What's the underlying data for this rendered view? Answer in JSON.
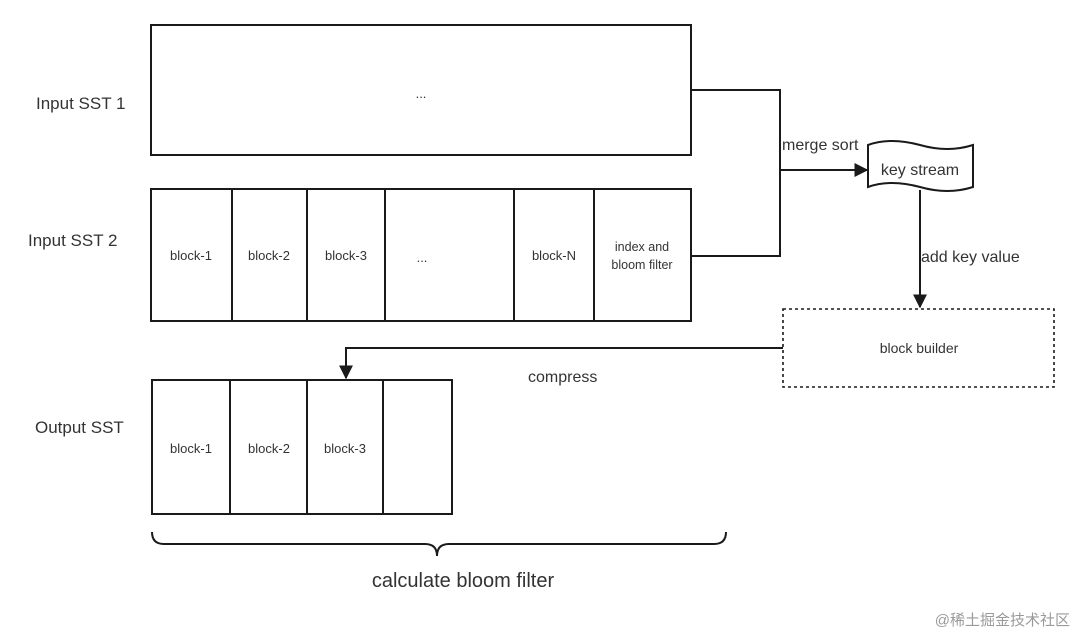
{
  "labels": {
    "input_sst_1": "Input SST 1",
    "input_sst_2": "Input SST 2",
    "output_sst": "Output SST"
  },
  "input_sst_1": {
    "content": "..."
  },
  "input_sst_2": {
    "blocks": [
      "block-1",
      "block-2",
      "block-3",
      "...",
      "block-N"
    ],
    "index_line1": "index and",
    "index_line2": "bloom filter"
  },
  "output_sst": {
    "blocks": [
      "block-1",
      "block-2",
      "block-3"
    ]
  },
  "edges": {
    "merge_sort": "merge sort",
    "add_key_value": "add key value",
    "compress": "compress"
  },
  "nodes": {
    "key_stream": "key stream",
    "block_builder": "block builder"
  },
  "bottom": {
    "calculate_bloom_filter": "calculate bloom filter"
  },
  "watermark": "@稀土掘金技术社区"
}
